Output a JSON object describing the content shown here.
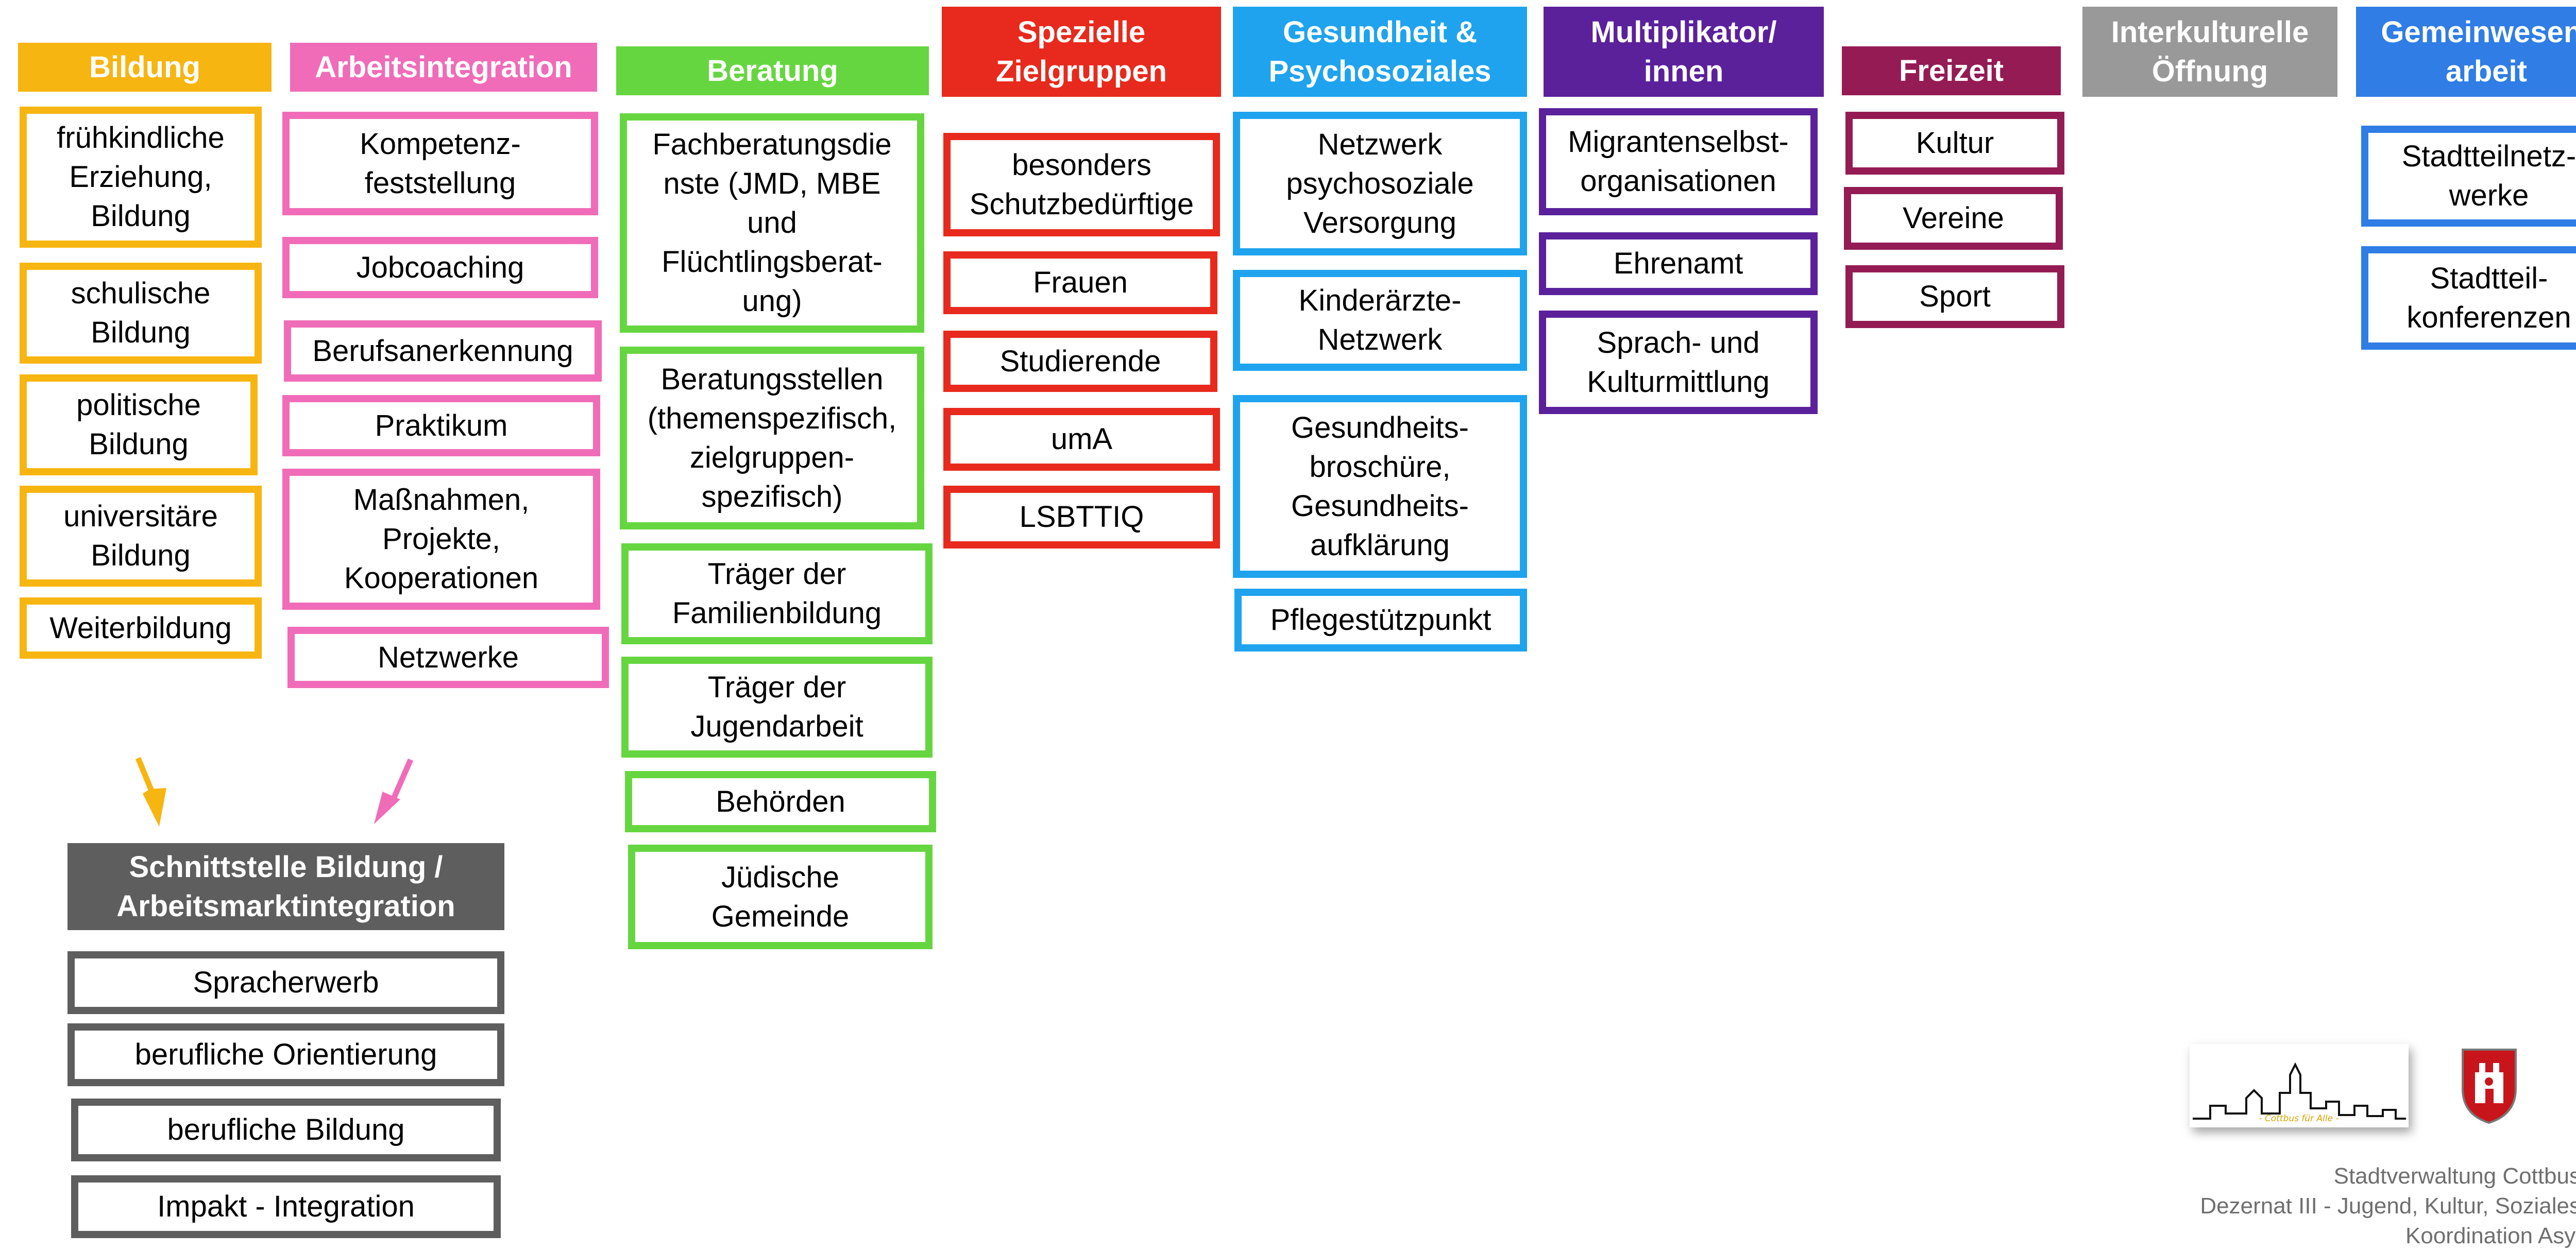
{
  "colors": {
    "bildung": "#f7b511",
    "arbeit": "#f06cb8",
    "beratung": "#66d640",
    "zielgruppen": "#e72a1d",
    "gesundheit": "#1fa3ee",
    "multiplikator": "#5b219b",
    "freizeit": "#941b53",
    "interkulturell": "#999999",
    "gemeinwesen": "#2f7de5",
    "schnittstelle": "#5e5e5e"
  },
  "columns": {
    "bildung": {
      "header": "Bildung",
      "items": [
        "frühkindliche\nErziehung,\nBildung",
        "schulische\nBildung",
        "politische\nBildung",
        "universitäre\nBildung",
        "Weiterbildung"
      ]
    },
    "arbeit": {
      "header": "Arbeitsintegration",
      "items": [
        "Kompetenz-\nfeststellung",
        "Jobcoaching",
        "Berufsanerkennung",
        "Praktikum",
        "Maßnahmen,\nProjekte,\nKooperationen",
        "Netzwerke"
      ]
    },
    "beratung": {
      "header": "Beratung",
      "items": [
        "Fachberatungsdie\nnste (JMD, MBE\nund\nFlüchtlingsberat-\nung)",
        "Beratungsstellen\n(themenspezifisch,\nzielgruppen-\nspezifisch)",
        "Träger der\nFamilienbildung",
        "Träger der\nJugendarbeit",
        "Behörden",
        "Jüdische\nGemeinde"
      ]
    },
    "zielgruppen": {
      "header": "Spezielle\nZielgruppen",
      "items": [
        "besonders\nSchutzbedürftige",
        "Frauen",
        "Studierende",
        "umA",
        "LSBTTIQ"
      ]
    },
    "gesundheit": {
      "header": "Gesundheit &\nPsychosoziales",
      "items": [
        "Netzwerk\npsychosoziale\nVersorgung",
        "Kinderärzte-\nNetzwerk",
        "Gesundheits-\nbroschüre,\nGesundheits-\naufklärung",
        "Pflegestützpunkt"
      ]
    },
    "multiplikator": {
      "header": "Multiplikator/\ninnen",
      "items": [
        "Migrantenselbst-\norganisationen",
        "Ehrenamt",
        "Sprach- und\nKulturmittlung"
      ]
    },
    "freizeit": {
      "header": "Freizeit",
      "items": [
        "Kultur",
        "Vereine",
        "Sport"
      ]
    },
    "interkulturell": {
      "header": "Interkulturelle\nÖffnung",
      "items": []
    },
    "gemeinwesen": {
      "header": "Gemeinwesen-\narbeit",
      "items": [
        "Stadtteilnetz-\nwerke",
        "Stadtteil-\nkonferenzen"
      ]
    }
  },
  "schnittstelle": {
    "header": "Schnittstelle Bildung /\nArbeitsmarktintegration",
    "items": [
      "Spracherwerb",
      "berufliche Orientierung",
      "berufliche Bildung",
      "Impakt - Integration"
    ]
  },
  "logo": {
    "text": "- Cottbus für Alle -"
  },
  "footer": {
    "line1": "Stadtverwaltung Cottbus",
    "line2": "Dezernat III - Jugend, Kultur, Soziales",
    "line3": "Koordination Asyl"
  }
}
